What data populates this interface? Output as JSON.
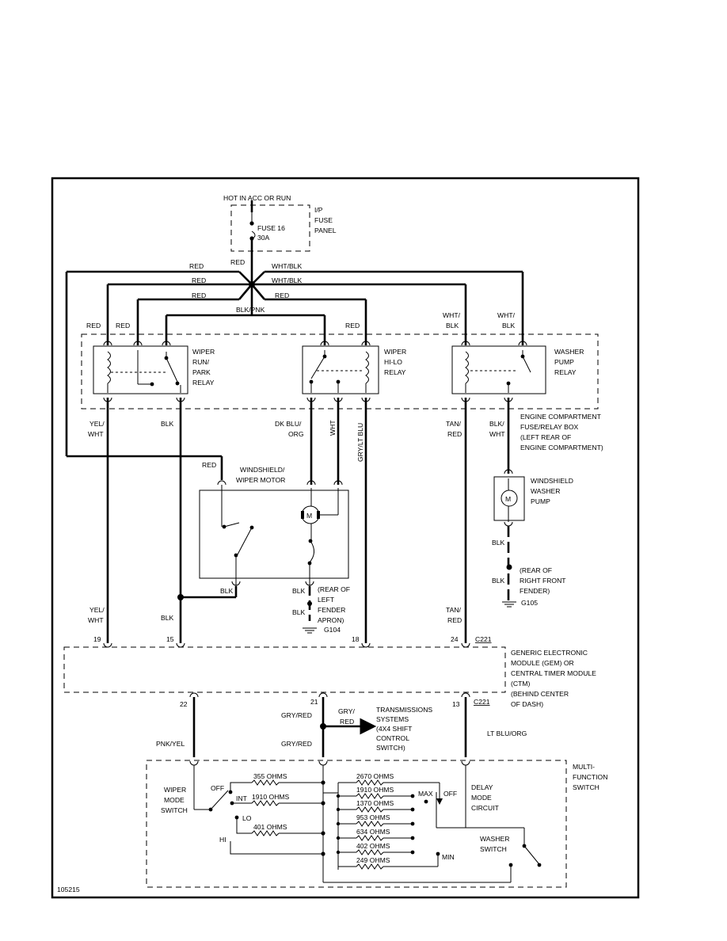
{
  "fuse": {
    "hot": "HOT IN ACC OR RUN",
    "panel": [
      "I/P",
      "FUSE",
      "PANEL"
    ],
    "name": "FUSE 16",
    "rating": "30A"
  },
  "splice_wires": {
    "red_top": "RED",
    "red_1": "RED",
    "red_2": "RED",
    "red_3": "RED",
    "red_4": "RED",
    "wht_blk_1": "WHT/BLK",
    "wht_blk_2": "WHT/BLK",
    "blk_pnk": "BLK/PNK"
  },
  "relay_feed_labels": {
    "run_red_1": "RED",
    "run_red_2": "RED",
    "hilo_red": "RED",
    "washer_wht_blk_1": [
      "WHT/",
      "BLK"
    ],
    "washer_wht_blk_2": [
      "WHT/",
      "BLK"
    ]
  },
  "relays": {
    "run_park": [
      "WIPER",
      "RUN/",
      "PARK",
      "RELAY"
    ],
    "hi_lo": [
      "WIPER",
      "HI-LO",
      "RELAY"
    ],
    "washer": [
      "WASHER",
      "PUMP",
      "RELAY"
    ]
  },
  "engine_box": [
    "ENGINE COMPARTMENT",
    "FUSE/RELAY BOX",
    "(LEFT REAR OF",
    "ENGINE COMPARTMENT)"
  ],
  "mid_wires": {
    "yel_wht": [
      "YEL/",
      "WHT"
    ],
    "blk": "BLK",
    "dk_blu_org": [
      "DK BLU/",
      "ORG"
    ],
    "wht": "WHT",
    "gry_lt_blu": "GRY/LT BLU",
    "tan_red": [
      "TAN/",
      "RED"
    ],
    "blk_wht": [
      "BLK/",
      "WHT"
    ]
  },
  "motor": {
    "red": "RED",
    "title": [
      "WINDSHIELD/",
      "WIPER MOTOR"
    ],
    "symbol": "M",
    "blk_1": "BLK",
    "blk_2": "BLK",
    "blk_3": "BLK",
    "ground": [
      "(REAR OF",
      "LEFT",
      "FENDER",
      "APRON)"
    ],
    "ground_id": "G104"
  },
  "washer_pump": {
    "title": [
      "WINDSHIELD",
      "WASHER",
      "PUMP"
    ],
    "symbol": "M",
    "blk_1": "BLK",
    "blk_2": "BLK",
    "ground": [
      "(REAR OF",
      "RIGHT FRONT",
      "FENDER)"
    ],
    "ground_id": "G105"
  },
  "lower_wires": {
    "yel_wht": [
      "YEL/",
      "WHT"
    ],
    "blk": "BLK",
    "tan_red": [
      "TAN/",
      "RED"
    ]
  },
  "pins": {
    "p19": "19",
    "p15": "15",
    "p18": "18",
    "p24": "24",
    "c221_top": "C221",
    "p22": "22",
    "p21": "21",
    "p13": "13",
    "c221_bottom": "C221"
  },
  "gem": [
    "GENERIC ELECTRONIC",
    "MODULE (GEM) OR",
    "CENTRAL TIMER MODULE",
    "(CTM)",
    "(BEHIND CENTER",
    "OF DASH)"
  ],
  "bottom_wires": {
    "gry_red_1": "GRY/RED",
    "gry_red_split": [
      "GRY/",
      "RED"
    ],
    "gry_red_2": "GRY/RED",
    "pnk_yel": "PNK/YEL",
    "lt_blu_org": "LT BLU/ORG"
  },
  "transmission": [
    "TRANSMISSIONS",
    "SYSTEMS",
    "(4X4 SHIFT",
    "CONTROL",
    "SWITCH)"
  ],
  "mfs": {
    "title": [
      "MULTI-",
      "FUNCTION",
      "SWITCH"
    ],
    "wiper_mode": [
      "WIPER",
      "MODE",
      "SWITCH"
    ],
    "off": "OFF",
    "int": "INT",
    "lo": "LO",
    "hi": "HI",
    "r355": "355 OHMS",
    "r1910a": "1910 OHMS",
    "r401": "401 OHMS",
    "r2670": "2670 OHMS",
    "r1910b": "1910 OHMS",
    "r1370": "1370 OHMS",
    "r953": "953 OHMS",
    "r634": "634 OHMS",
    "r402": "402 OHMS",
    "r249": "249 OHMS",
    "max": "MAX",
    "off2": "OFF",
    "min": "MIN",
    "delay": [
      "DELAY",
      "MODE",
      "CIRCUIT"
    ],
    "washer_switch": [
      "WASHER",
      "SWITCH"
    ]
  },
  "figure_id": "105215"
}
